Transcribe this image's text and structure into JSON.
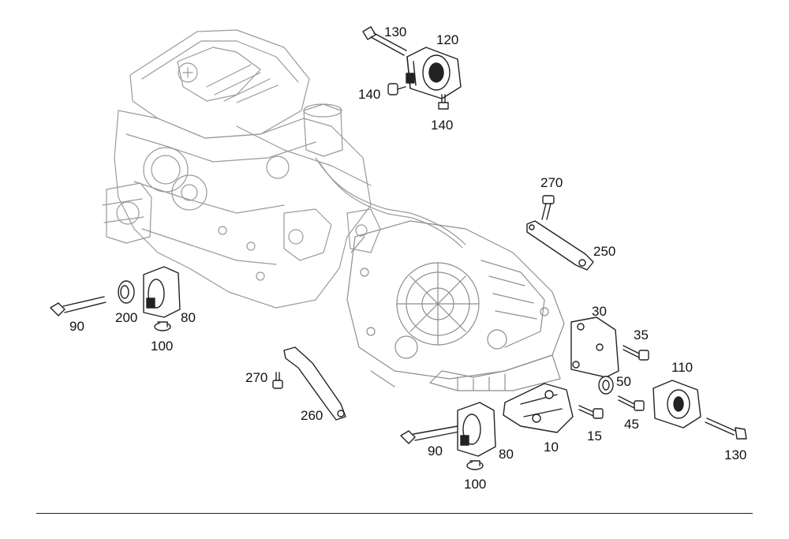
{
  "diagram": {
    "callouts": [
      {
        "id": "c130a",
        "text": "130"
      },
      {
        "id": "c120",
        "text": "120"
      },
      {
        "id": "c140a",
        "text": "140"
      },
      {
        "id": "c140b",
        "text": "140"
      },
      {
        "id": "c270a",
        "text": "270"
      },
      {
        "id": "c250",
        "text": "250"
      },
      {
        "id": "c90a",
        "text": "90"
      },
      {
        "id": "c200",
        "text": "200"
      },
      {
        "id": "c80a",
        "text": "80"
      },
      {
        "id": "c100a",
        "text": "100"
      },
      {
        "id": "c30",
        "text": "30"
      },
      {
        "id": "c35",
        "text": "35"
      },
      {
        "id": "c110",
        "text": "110"
      },
      {
        "id": "c50",
        "text": "50"
      },
      {
        "id": "c270b",
        "text": "270"
      },
      {
        "id": "c260",
        "text": "260"
      },
      {
        "id": "c15",
        "text": "15"
      },
      {
        "id": "c45",
        "text": "45"
      },
      {
        "id": "c130b",
        "text": "130"
      },
      {
        "id": "c90b",
        "text": "90"
      },
      {
        "id": "c80b",
        "text": "80"
      },
      {
        "id": "c10",
        "text": "10"
      },
      {
        "id": "c100b",
        "text": "100"
      }
    ]
  }
}
